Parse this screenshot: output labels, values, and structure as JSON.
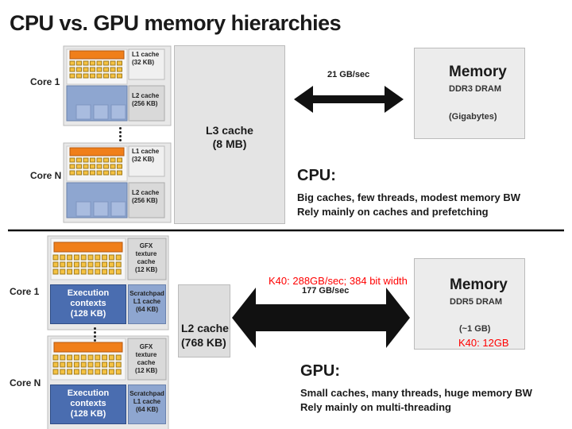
{
  "title": "CPU vs. GPU memory hierarchies",
  "cpu": {
    "core1_label": "Core 1",
    "coreN_label": "Core N",
    "l1_label": "L1 cache",
    "l1_size": "(32 KB)",
    "l2_label": "L2 cache",
    "l2_size": "(256 KB)",
    "l3_label": "L3 cache",
    "l3_size": "(8 MB)",
    "bandwidth": "21 GB/sec",
    "memory_title": "Memory",
    "memory_type": "DDR3 DRAM",
    "memory_size": "(Gigabytes)",
    "heading": "CPU:",
    "line1": "Big caches, few threads, modest memory BW",
    "line2": "Rely mainly on caches and prefetching"
  },
  "gpu": {
    "core1_label": "Core 1",
    "coreN_label": "Core N",
    "gfx_label": "GFX",
    "gfx_l2": "texture",
    "gfx_l3": "cache",
    "gfx_size": "(12 KB)",
    "exec_l1": "Execution",
    "exec_l2": "contexts",
    "exec_size": "(128 KB)",
    "scratch_l1": "Scratchpad",
    "scratch_l2": "L1 cache",
    "scratch_size": "(64 KB)",
    "l2_label": "L2 cache",
    "l2_size": "(768 KB)",
    "bandwidth": "177 GB/sec",
    "memory_title": "Memory",
    "memory_type": "DDR5 DRAM",
    "memory_size": "(~1 GB)",
    "heading": "GPU:",
    "line1": "Small caches, many threads, huge memory BW",
    "line2": "Rely mainly on multi-threading",
    "k40_bw": "K40: 288GB/sec;  384 bit width",
    "k40_mem": "K40: 12GB"
  },
  "colors": {
    "orange": "#f07f1a",
    "yellow": "#f5c242",
    "blue": "#8ea6d0",
    "exec_blue": "#4a6db0",
    "annotation_red": "#ff0000"
  }
}
